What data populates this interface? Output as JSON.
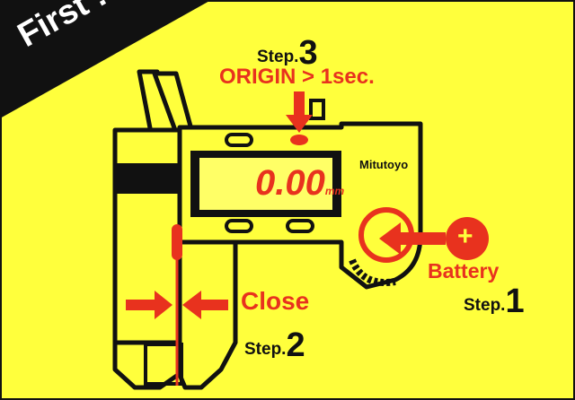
{
  "corner_banner": {
    "text": "First !",
    "bg": "#111111",
    "fg": "#ffffff"
  },
  "steps": {
    "step3": {
      "word": "Step.",
      "number": "3",
      "action": "ORIGIN > 1sec."
    },
    "step2": {
      "word": "Step.",
      "number": "2",
      "action": "Close"
    },
    "step1": {
      "word": "Step.",
      "number": "1",
      "action": "Battery"
    }
  },
  "lcd": {
    "reading": "0.00",
    "unit": "mm"
  },
  "brand": "Mitutoyo",
  "battery_symbol": "+",
  "colors": {
    "background": "#ffff3c",
    "accent_red": "#e8321e",
    "outline": "#111111",
    "lcd": "#ffff66"
  }
}
